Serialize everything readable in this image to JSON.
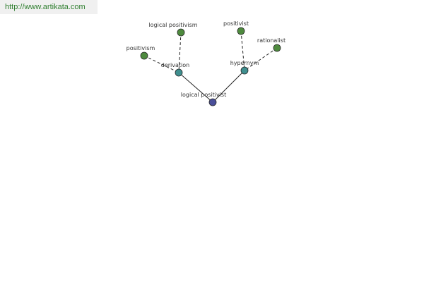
{
  "site": {
    "url": "http://www.artikata.com"
  },
  "graph": {
    "colors": {
      "center": "#4a4f9a",
      "relation": "#3f8f8f",
      "leaf": "#4e8a3e",
      "node_stroke": "#2a2a2a",
      "edge": "#222222"
    },
    "center": {
      "label": "logical positivist"
    },
    "relations": [
      {
        "label": "derivation"
      },
      {
        "label": "hypernym"
      }
    ],
    "leaves": [
      {
        "label": "logical positivism",
        "relation": 0
      },
      {
        "label": "positivism",
        "relation": 0
      },
      {
        "label": "positivist",
        "relation": 1
      },
      {
        "label": "rationalist",
        "relation": 1
      }
    ]
  }
}
